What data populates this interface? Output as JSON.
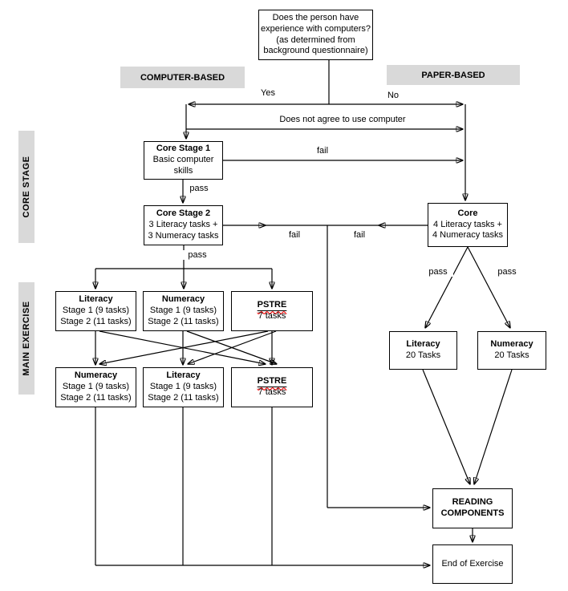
{
  "colors": {
    "label_bg": "#d9d9d9",
    "line": "#000000",
    "misspell_underline": "#ff0000"
  },
  "question": {
    "line1": "Does the person have experience with computers?",
    "line2": "(as determined from background questionnaire)"
  },
  "section_labels": {
    "computer_based": "COMPUTER-BASED",
    "paper_based": "PAPER-BASED",
    "core_stage": "CORE STAGE",
    "main_exercise": "MAIN EXERCISE"
  },
  "edge_labels": {
    "yes": "Yes",
    "no": "No",
    "does_not_agree": "Does not agree to use computer",
    "fail_core_stage_1": "fail",
    "pass_core_stage_1": "pass",
    "pass_core_stage_2": "pass",
    "fail_cba_core": "fail",
    "fail_paper_core": "fail",
    "pass_paper_literacy": "pass",
    "pass_paper_numeracy": "pass"
  },
  "nodes": {
    "core_stage_1": {
      "title": "Core Stage 1",
      "body": "Basic computer\nskills"
    },
    "core_stage_2": {
      "title": "Core Stage 2",
      "body": "3 Literacy tasks +\n3 Numeracy tasks"
    },
    "cba_literacy_1": {
      "title": "Literacy",
      "body": "Stage 1 (9 tasks)\nStage 2 (11 tasks)"
    },
    "cba_numeracy_1": {
      "title": "Numeracy",
      "body": "Stage 1 (9 tasks)\nStage 2 (11 tasks)"
    },
    "cba_pstre_1": {
      "title": "PSTRE",
      "body": "7 tasks"
    },
    "cba_numeracy_2": {
      "title": "Numeracy",
      "body": "Stage 1 (9 tasks)\nStage 2 (11 tasks)"
    },
    "cba_literacy_2": {
      "title": "Literacy",
      "body": "Stage 1 (9 tasks)\nStage 2 (11 tasks)"
    },
    "cba_pstre_2": {
      "title": "PSTRE",
      "body": "7 tasks"
    },
    "paper_core": {
      "title": "Core",
      "body": "4 Literacy tasks +\n4 Numeracy tasks"
    },
    "paper_literacy": {
      "title": "Literacy",
      "body": "20 Tasks"
    },
    "paper_numeracy": {
      "title": "Numeracy",
      "body": "20 Tasks"
    },
    "reading_components": {
      "title": "READING\nCOMPONENTS"
    },
    "end_of_exercise": {
      "title": "End of Exercise"
    }
  }
}
